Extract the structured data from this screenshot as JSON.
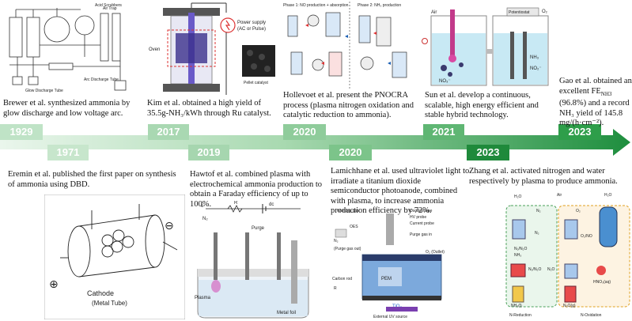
{
  "timeline": {
    "upper": [
      {
        "year": "1929",
        "caption": "Brewer et al. synthesized ammonia by glow discharge and low voltage arc."
      },
      {
        "year": "2017",
        "caption": "Kim et al. obtained a high yield of 35.5g-NH₃/kWh through Ru catalyst."
      },
      {
        "year": "2020",
        "caption": "Hollevoet et al. present the PNOCRA process (plasma nitrogen oxidation and catalytic reduction to ammonia)."
      },
      {
        "year": "2021",
        "caption": "Sun et al. develop a continuous, scalable, high energy efficient and stable hybrid technology."
      },
      {
        "year": "2023",
        "caption_a": "Gao et al. obtained an excellent FE",
        "caption_sub": "NH3",
        "caption_b": " (96.8%) and a record NH₃ yield of 145.8 mg/(h·cm⁻²)."
      }
    ],
    "lower": [
      {
        "year": "1971",
        "caption": "Eremin et al. published the first paper on synthesis of ammonia using DBD."
      },
      {
        "year": "2019",
        "caption": "Hawtof et al. combined plasma with electrochemical ammonia production to obtain a Faraday efficiency of up to 100%."
      },
      {
        "year": "2020",
        "caption": "Lamichhane et al. used ultraviolet light to irradiate a titanium dioxide semiconductor photoanode, combined with plasma, to increase ammonia production efficiency by 72%."
      },
      {
        "year": "2023",
        "caption": "Zhang et al. activated nitrogen and water respectively by plasma to produce ammonia."
      }
    ]
  },
  "figures": {
    "p1929": {
      "labels": [
        "Air Trap",
        "Glow Discharge Tube",
        "Arc Discharge Tube",
        "Acid Scrubbers"
      ]
    },
    "p2017": {
      "power": "Power supply\n(AC or Pulse)",
      "oven": "Oven",
      "pellet": "Pellet catalyst"
    },
    "p2020a": {
      "phase1": "Phase 1: NO production + absorption",
      "phase2": "Phase 2: NH₃ production"
    },
    "p2021": {
      "air": "Air",
      "o2": "O₂",
      "potentiostat": "Potentiostat",
      "nh3": "NH₃",
      "no2": "NO₂⁻",
      "no3": "NO₃⁻"
    },
    "p1971": {
      "cathode": "Cathode",
      "metal_tube": "(Metal Tube)",
      "plus": "⊕",
      "minus": "⊖"
    },
    "p2019": {
      "n2": "N₂",
      "r": "R",
      "dc": "dc",
      "e": "e⁻",
      "purge": "Purge",
      "plasma": "Plasma",
      "foil": "Metal foil"
    },
    "p2020b": {
      "working_gas": "Working gas",
      "oes": "OES",
      "oscilloscope": "Oscilloscope",
      "hv_probe": "HV probe",
      "current_probe": "Current probe",
      "purge_in": "Purge gas in",
      "n2": "N₂",
      "purge_out": "(Purge gas out)",
      "o2_outlet": "O₂ (Outlet)",
      "carbon_rod": "Carbon rod",
      "pem": "PEM",
      "tio2": "TiO₂",
      "uv": "External UV source",
      "r": "R"
    },
    "p2023b": {
      "h2o_left": "H₂O",
      "air": "Air",
      "h2o_right": "H₂O",
      "n2": "N₂",
      "o2": "O₂",
      "n2_b": "N₂",
      "o2no": "O₂/NO",
      "n2n2o": "N₂/N₂O",
      "nh3": "NH₃",
      "n2o": "N₂O",
      "hno3": "HNO₃(aq)",
      "n2o_g": "N₂O(g)",
      "nh3_l": "NH₃(l)",
      "n_red": "N-Reduction",
      "n_ox": "N-Oxidation",
      "n2n2o_b": "N₂/N₂O"
    }
  },
  "colors": {
    "arrow_dark": "#2e9e4a",
    "arrow_light": "#cfe9d4",
    "label_green": "#7cc48a",
    "label_dark": "#1f8a3b"
  }
}
